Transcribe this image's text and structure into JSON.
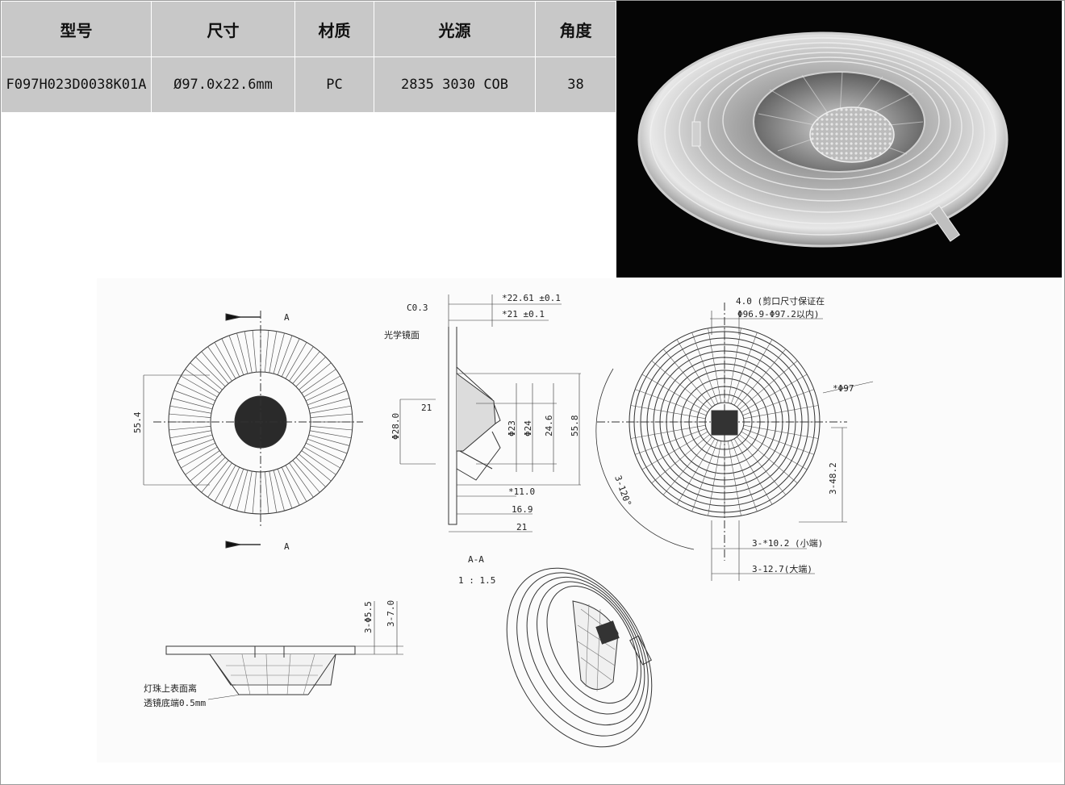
{
  "table": {
    "headers": [
      "型号",
      "尺寸",
      "材质",
      "光源",
      "角度"
    ],
    "row": [
      "F097H023D0038K01A",
      "Ø97.0x22.6mm",
      "PC",
      "2835 3030 COB",
      "38"
    ]
  },
  "drawing": {
    "front_view": {
      "section_marker_top": "A",
      "section_marker_bottom": "A",
      "dim_height": "55.4"
    },
    "section_view": {
      "chamfer": "C0.3",
      "optical_surface_label": "光学镜面",
      "dim_22_61": "*22.61 ±0.1",
      "dim_21_top": "*21 ±0.1",
      "dim_21_left": "21",
      "dim_d28": "Φ28.0",
      "dim_d23": "Φ23",
      "dim_d24": "Φ24",
      "dim_24_6": "24.6",
      "dim_55_8": "55.8",
      "dim_11": "*11.0",
      "dim_16_9": "16.9",
      "dim_21_bottom": "21",
      "section_title": "A-A",
      "section_scale": "1 : 1.5"
    },
    "top_view": {
      "note_4": "4.0 (剪口尺寸保证在",
      "note_range": "Φ96.9-Φ97.2以内)",
      "dim_d97": "*Φ97",
      "dim_3_48": "3-48.2",
      "dim_angle": "3-120°",
      "dim_small_ear": "3-*10.2 (小端)",
      "dim_big_ear": "3-12.7(大端)"
    },
    "side_view": {
      "dim_3_5_5": "3-Φ5.5",
      "dim_3_7": "3-7.0",
      "note_line1": "灯珠上表面离",
      "note_line2": "透镜底端0.5mm"
    }
  }
}
